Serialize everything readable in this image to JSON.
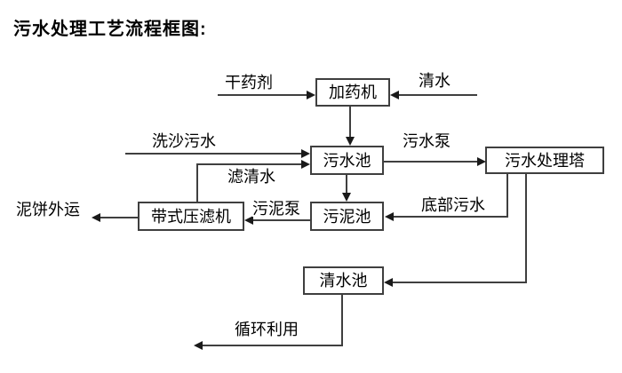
{
  "title": "污水处理工艺流程框图:",
  "nodes": {
    "dosing_machine": "加药机",
    "sewage_pool": "污水池",
    "treatment_tower": "污水处理塔",
    "sludge_pool": "污泥池",
    "belt_filter_press": "带式压滤机",
    "clear_water_pool": "清水池"
  },
  "flow_labels": {
    "dry_agent": "干药剂",
    "clear_water": "清水",
    "sand_washing_sewage": "洗沙污水",
    "sewage_pump": "污水泵",
    "filtered_water": "滤清水",
    "sludge_pump": "污泥泵",
    "bottom_sewage": "底部污水",
    "mud_cake_out": "泥饼外运",
    "recycle": "循环利用"
  },
  "colors": {
    "line": "#3f3f3f",
    "arrow": "#1a1a1a",
    "text": "#000000",
    "background": "#ffffff"
  }
}
